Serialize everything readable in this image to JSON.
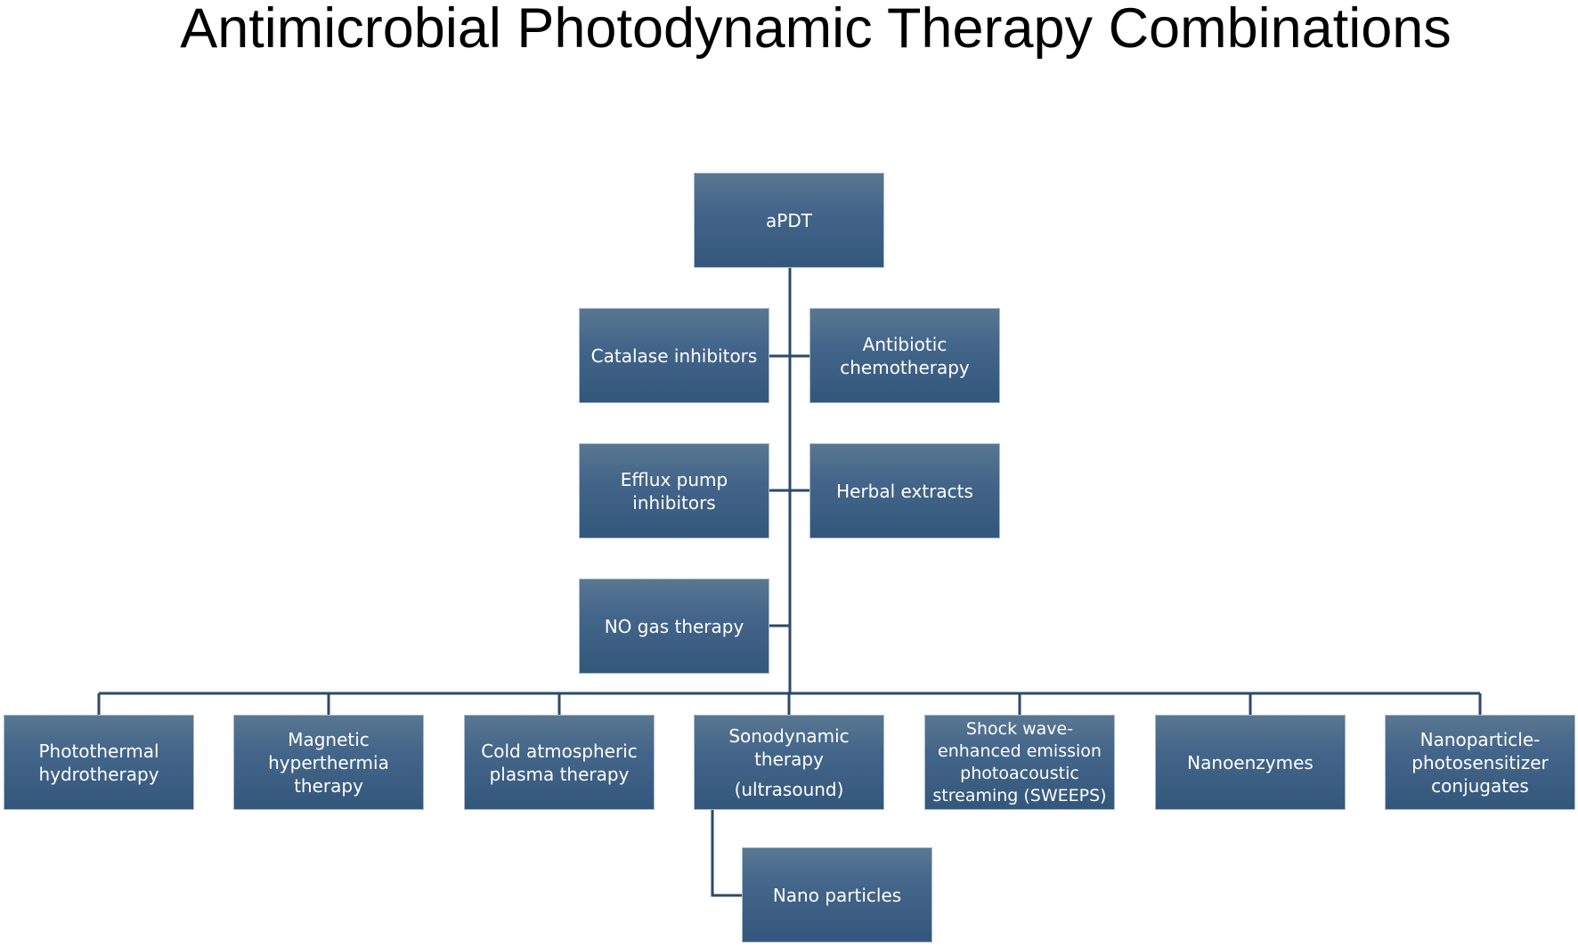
{
  "title": "Antimicrobial Photodynamic Therapy Combinations",
  "colors": {
    "node_top": "#597791",
    "node_bottom": "#33577b",
    "connector": "#2b4a68",
    "text": "#ffffff"
  },
  "root": {
    "label": "aPDT"
  },
  "side_nodes": [
    {
      "label": "Catalase inhibitors",
      "side": "left"
    },
    {
      "label": "Antibiotic chemotherapy",
      "side": "right"
    },
    {
      "label": "Efflux pump inhibitors",
      "side": "left"
    },
    {
      "label": "Herbal extracts",
      "side": "right"
    },
    {
      "label": "NO gas therapy",
      "side": "left"
    }
  ],
  "bottom_nodes": [
    {
      "label": "Photothermal hydrotherapy"
    },
    {
      "label": "Magnetic hyperthermia therapy"
    },
    {
      "label": "Cold atmospheric plasma therapy"
    },
    {
      "label": "Sonodynamic therapy",
      "sublabel": "(ultrasound)"
    },
    {
      "label": "Shock wave-enhanced emission photoacoustic streaming (SWEEPS)"
    },
    {
      "label": "Nanoenzymes"
    },
    {
      "label": "Nanoparticle-photosensitizer conjugates"
    }
  ],
  "sub_nodes": [
    {
      "parent": "Sonodynamic therapy",
      "label": "Nano particles"
    }
  ]
}
